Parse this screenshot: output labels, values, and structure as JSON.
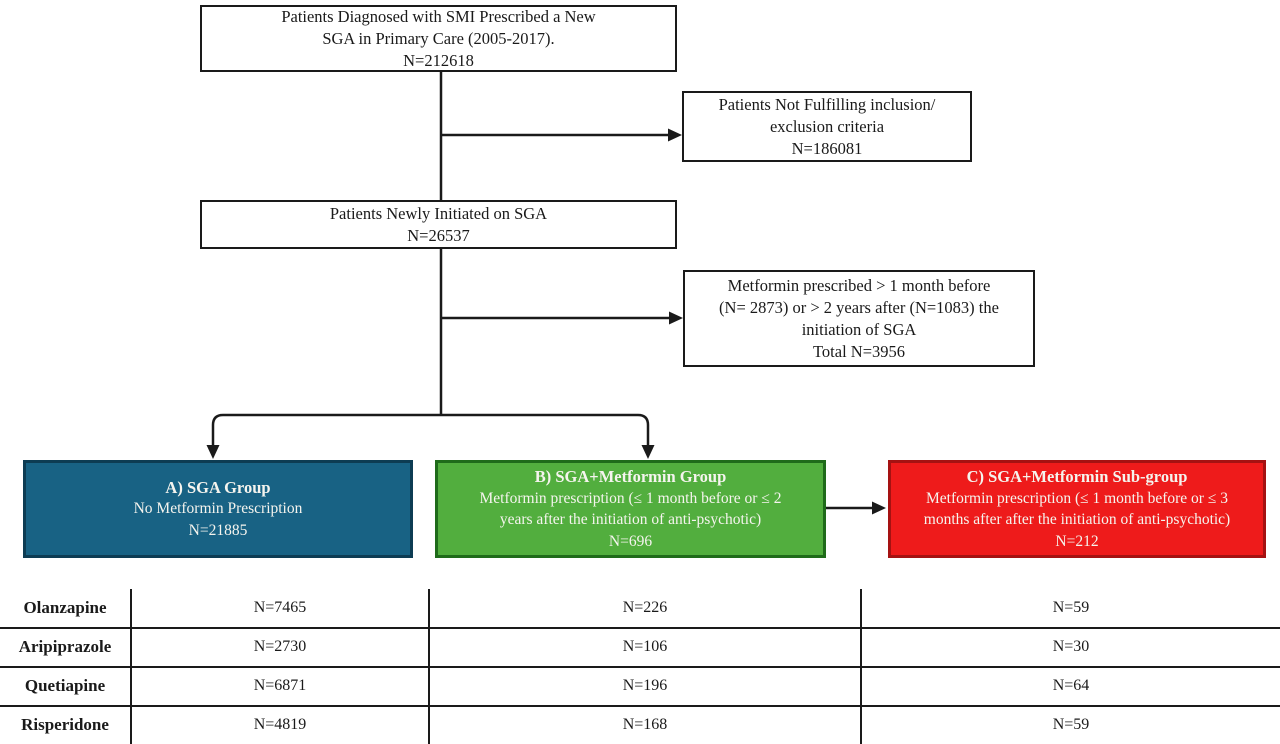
{
  "colors": {
    "line": "#1a1a1a",
    "flow_box_border": "#1a1a1a",
    "group_a_bg": "#186284",
    "group_a_border": "#0d3c53",
    "group_b_bg": "#52ae3e",
    "group_b_border": "#1f6b1a",
    "group_c_bg": "#ee1b1b",
    "group_c_border": "#a51212",
    "group_text": "#f5f4ee",
    "text": "#1a1a1a"
  },
  "flowchart": {
    "smi_box": {
      "lines": [
        "Patients Diagnosed with SMI Prescribed a New",
        "SGA in Primary Care (2005-2017).",
        "N=212618"
      ]
    },
    "exclusion_box": {
      "lines": [
        "Patients Not Fulfilling inclusion/",
        "exclusion criteria",
        "N=186081"
      ]
    },
    "initiated_box": {
      "lines": [
        "Patients Newly Initiated on SGA",
        "N=26537"
      ]
    },
    "metformin_exclusion_box": {
      "lines": [
        "Metformin prescribed > 1 month before",
        "(N= 2873) or > 2 years after (N=1083) the",
        "initiation of SGA",
        "Total N=3956"
      ]
    },
    "group_a": {
      "title": "A) SGA Group",
      "lines": [
        "No Metformin Prescription",
        "N=21885"
      ]
    },
    "group_b": {
      "title": "B) SGA+Metformin Group",
      "lines": [
        "Metformin prescription (≤ 1 month before or ≤ 2",
        "years after the initiation of anti-psychotic)",
        "N=696"
      ]
    },
    "group_c": {
      "title": "C) SGA+Metformin Sub-group",
      "lines": [
        "Metformin prescription (≤ 1 month before or ≤ 3",
        "months after after the initiation of anti-psychotic)",
        "N=212"
      ]
    }
  },
  "table": {
    "rows": [
      {
        "drug": "Olanzapine",
        "group_a": "N=7465",
        "group_b": "N=226",
        "group_c": "N=59"
      },
      {
        "drug": "Aripiprazole",
        "group_a": "N=2730",
        "group_b": "N=106",
        "group_c": "N=30"
      },
      {
        "drug": "Quetiapine",
        "group_a": "N=6871",
        "group_b": "N=196",
        "group_c": "N=64"
      },
      {
        "drug": "Risperidone",
        "group_a": "N=4819",
        "group_b": "N=168",
        "group_c": "N=59"
      }
    ]
  }
}
